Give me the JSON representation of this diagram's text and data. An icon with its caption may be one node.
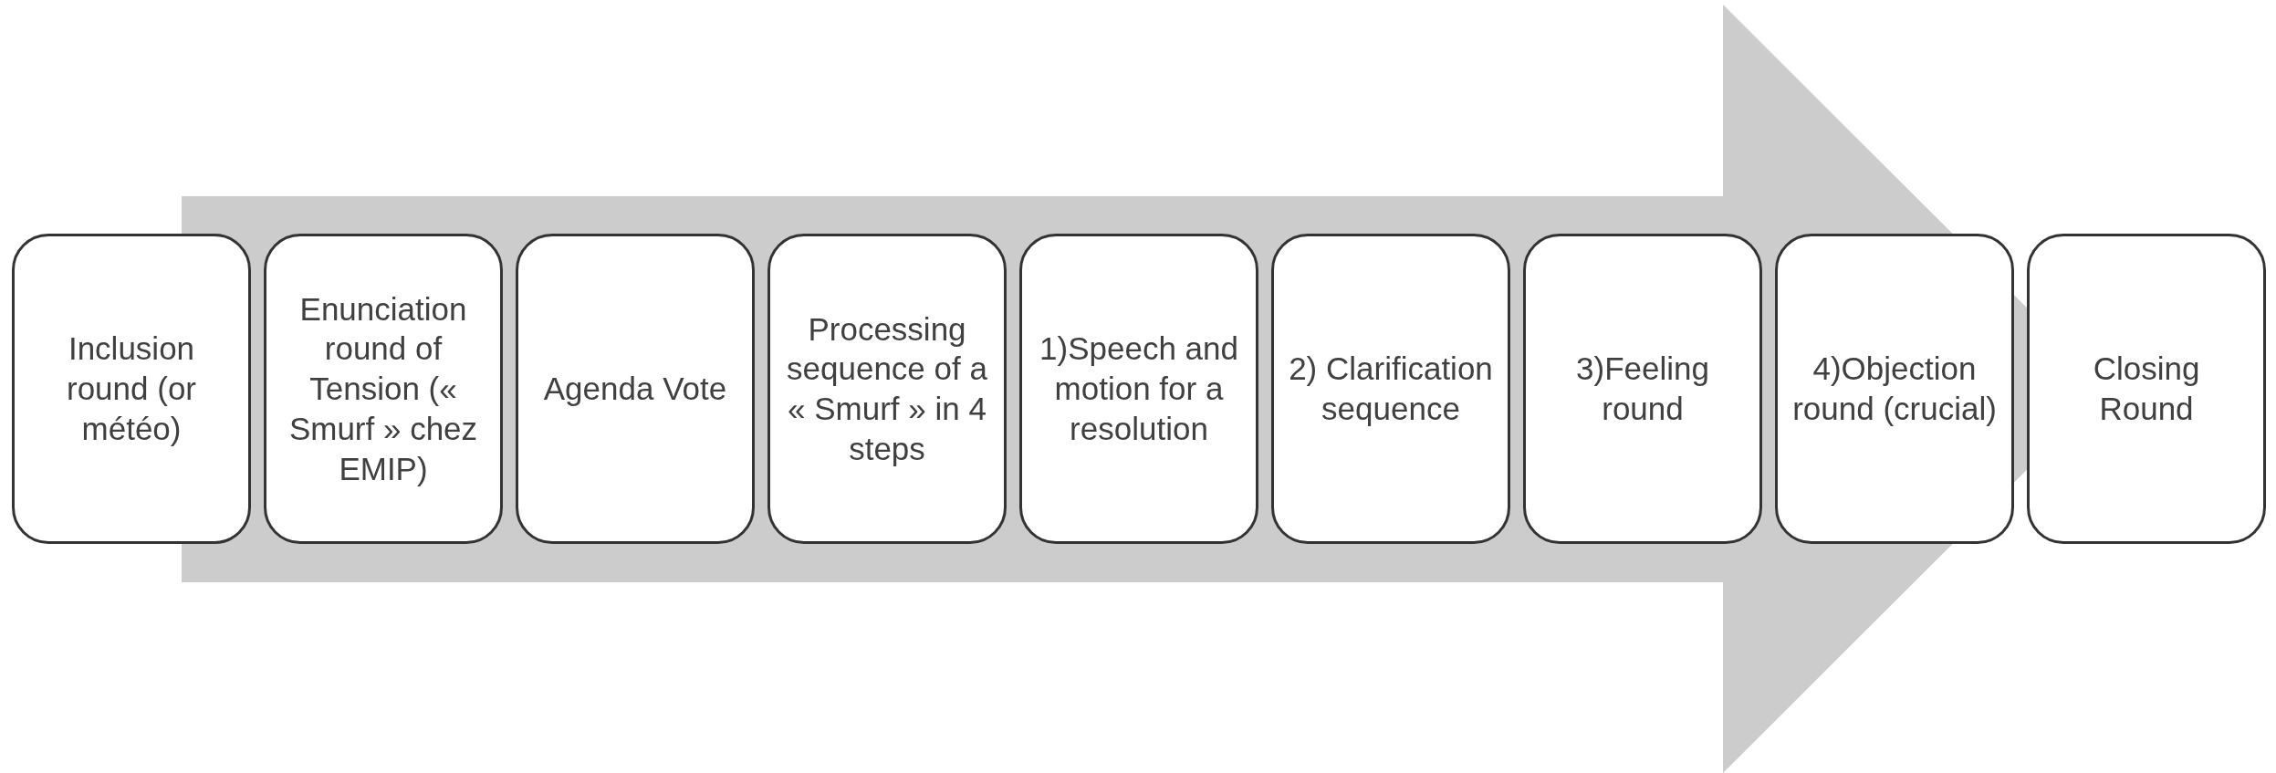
{
  "diagram": {
    "nodes": [
      {
        "text": [
          "Inclusion round (or météo)"
        ]
      },
      {
        "text": [
          "Enunciation round of Tension (« Smurf » chez EMIP)"
        ]
      },
      {
        "text": [
          "Agenda Vote"
        ]
      },
      {
        "text": [
          "Processing sequence of a « Smurf » in 4 steps"
        ]
      },
      {
        "text": [
          "1)Speech and motion for a resolution"
        ]
      },
      {
        "text": [
          "2) Clarification sequence"
        ]
      },
      {
        "text": [
          "3)Feeling round"
        ]
      },
      {
        "text": [
          "4)Objection round (crucial)"
        ]
      },
      {
        "text": [
          "Closing Round"
        ]
      }
    ],
    "edges": [
      {
        "from": 0,
        "to": 8,
        "arrow": "to"
      }
    ]
  }
}
